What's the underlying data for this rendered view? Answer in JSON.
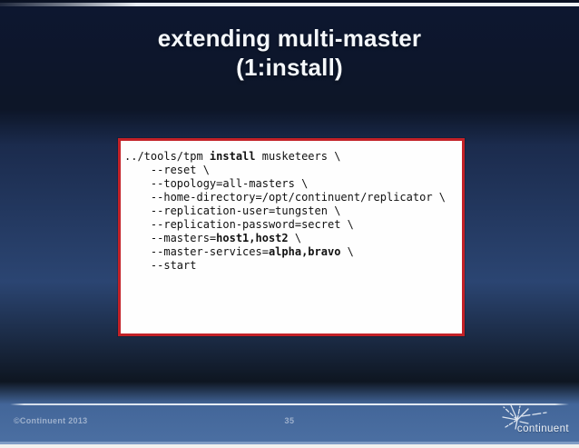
{
  "slide": {
    "title": {
      "line1": "extending multi-master",
      "line2": "(1:install)"
    },
    "code": {
      "lines": [
        [
          {
            "t": "../tools/tpm ",
            "b": false
          },
          {
            "t": "install",
            "b": true
          },
          {
            "t": " musketeers \\",
            "b": false
          }
        ],
        [
          {
            "t": "    --reset \\",
            "b": false
          }
        ],
        [
          {
            "t": "    --topology=all-masters \\",
            "b": false
          }
        ],
        [
          {
            "t": "    --home-directory=/opt/continuent/replicator \\",
            "b": false
          }
        ],
        [
          {
            "t": "    --replication-user=tungsten \\",
            "b": false
          }
        ],
        [
          {
            "t": "    --replication-password=secret \\",
            "b": false
          }
        ],
        [
          {
            "t": "    --masters=",
            "b": false
          },
          {
            "t": "host1,host2",
            "b": true
          },
          {
            "t": " \\",
            "b": false
          }
        ],
        [
          {
            "t": "    --master-services=",
            "b": false
          },
          {
            "t": "alpha,bravo",
            "b": true
          },
          {
            "t": " \\",
            "b": false
          }
        ],
        [
          {
            "t": "    --start",
            "b": false
          }
        ]
      ]
    },
    "footer": {
      "copyright": "©Continuent 2013",
      "page_number": "35",
      "logo_text": "continuent"
    },
    "colors": {
      "box_border_red": "#c32127",
      "background_top": "#0a1121",
      "background_bottom": "#4b6fa2",
      "footer_text": "#9db0cc",
      "title_text": "#f4f7fa"
    }
  }
}
